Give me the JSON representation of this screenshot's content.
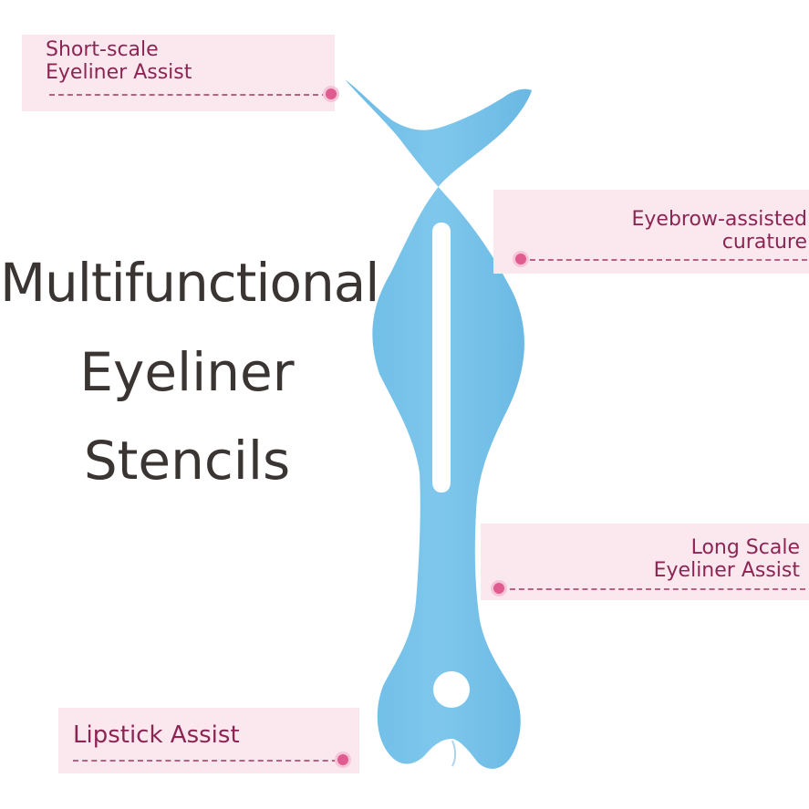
{
  "headline": {
    "line1": "Multifunctional",
    "line2": "Eyeliner",
    "line3": "Stencils"
  },
  "callouts": {
    "short_scale": "Short-scale\nEyeliner Assist",
    "eyebrow": "Eyebrow-assisted\ncurature",
    "long_scale": "Long Scale\nEyeliner Assist",
    "lipstick": "Lipstick Assist"
  },
  "colors": {
    "stencil": "#79c3e9",
    "stencil_shadow": "#5fb0dc",
    "headline": "#3a3433",
    "callout_bg": "#fbe8ef",
    "callout_text": "#8c2554",
    "callout_dot": "#e05b8f"
  }
}
